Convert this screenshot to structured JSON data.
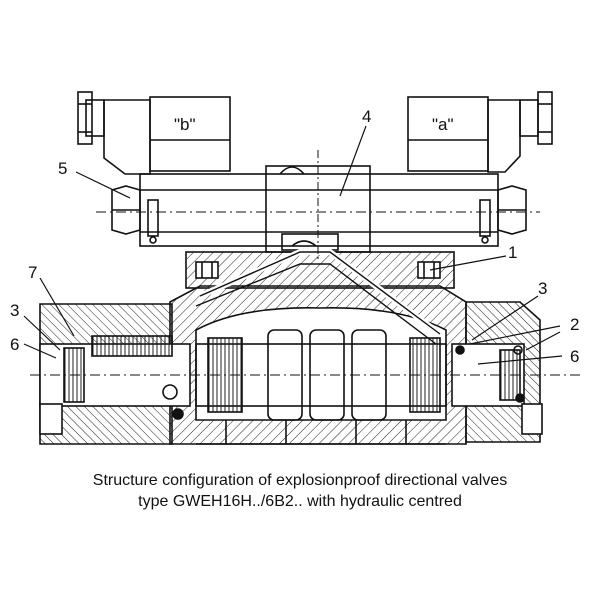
{
  "labels": {
    "coil_b": "\"b\"",
    "coil_a": "\"a\"",
    "n1": "1",
    "n2": "2",
    "n3_left": "3",
    "n3_right": "3",
    "n4": "4",
    "n5": "5",
    "n6_left": "6",
    "n6_right": "6",
    "n7": "7"
  },
  "caption": {
    "line1": "Structure configuration of explosionproof directional valves",
    "line2": "type GWEH16H../6B2.. with hydraulic centred"
  }
}
